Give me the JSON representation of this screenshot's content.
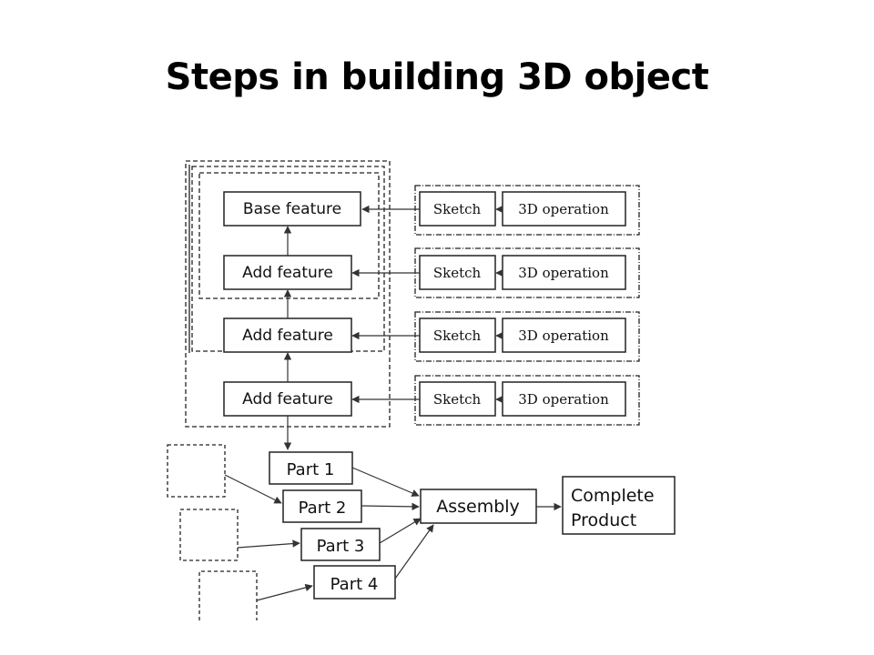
{
  "slide": {
    "title": "Steps in building 3D object"
  },
  "diagram": {
    "features": [
      {
        "label": "Base feature"
      },
      {
        "label": "Add feature"
      },
      {
        "label": "Add feature"
      },
      {
        "label": "Add feature"
      }
    ],
    "operations": [
      {
        "sketch": "Sketch",
        "op": "3D operation"
      },
      {
        "sketch": "Sketch",
        "op": "3D operation"
      },
      {
        "sketch": "Sketch",
        "op": "3D operation"
      },
      {
        "sketch": "Sketch",
        "op": "3D operation"
      }
    ],
    "parts": [
      "Part 1",
      "Part 2",
      "Part 3",
      "Part 4"
    ],
    "assembly": "Assembly",
    "product": {
      "line1": "Complete",
      "line2": "Product"
    }
  }
}
